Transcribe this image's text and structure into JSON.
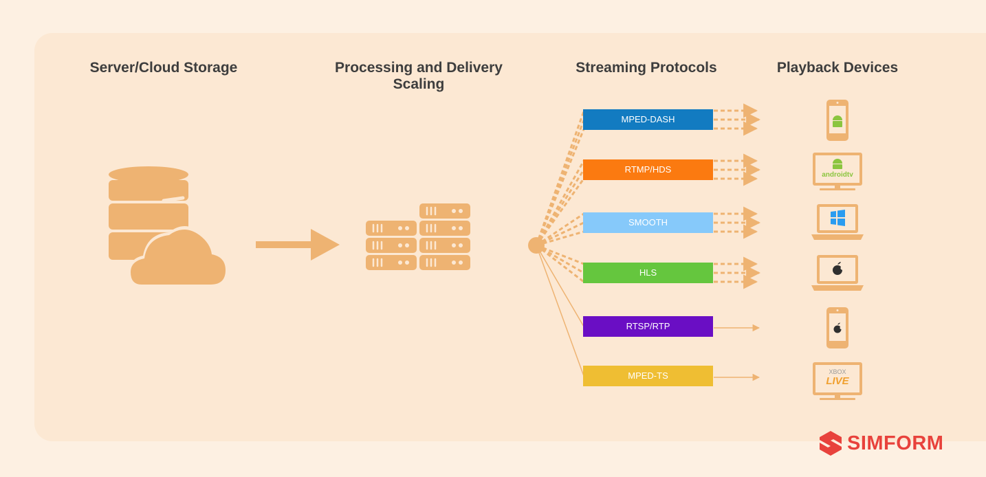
{
  "columns": {
    "storage": "Server/Cloud Storage",
    "processing": "Processing and Delivery Scaling",
    "protocols": "Streaming Protocols",
    "devices": "Playback Devices"
  },
  "protocols": [
    {
      "label": "MPED-DASH",
      "color": "#127bc1"
    },
    {
      "label": "RTMP/HDS",
      "color": "#fb7a10"
    },
    {
      "label": "SMOOTH",
      "color": "#86c9fa"
    },
    {
      "label": "HLS",
      "color": "#65c63e"
    },
    {
      "label": "RTSP/RTP",
      "color": "#6a0ec4"
    },
    {
      "label": "MPED-TS",
      "color": "#efbe33"
    }
  ],
  "devices": {
    "android_tv_label": "androidtv",
    "xbox_label_top": "XBOX",
    "xbox_label_bottom": "LIVE"
  },
  "brand": {
    "name": "SIMFORM",
    "color": "#e8423c"
  },
  "colors": {
    "icon": "#eeb372",
    "background": "#fdf0e2",
    "panel": "#fce8d3"
  }
}
